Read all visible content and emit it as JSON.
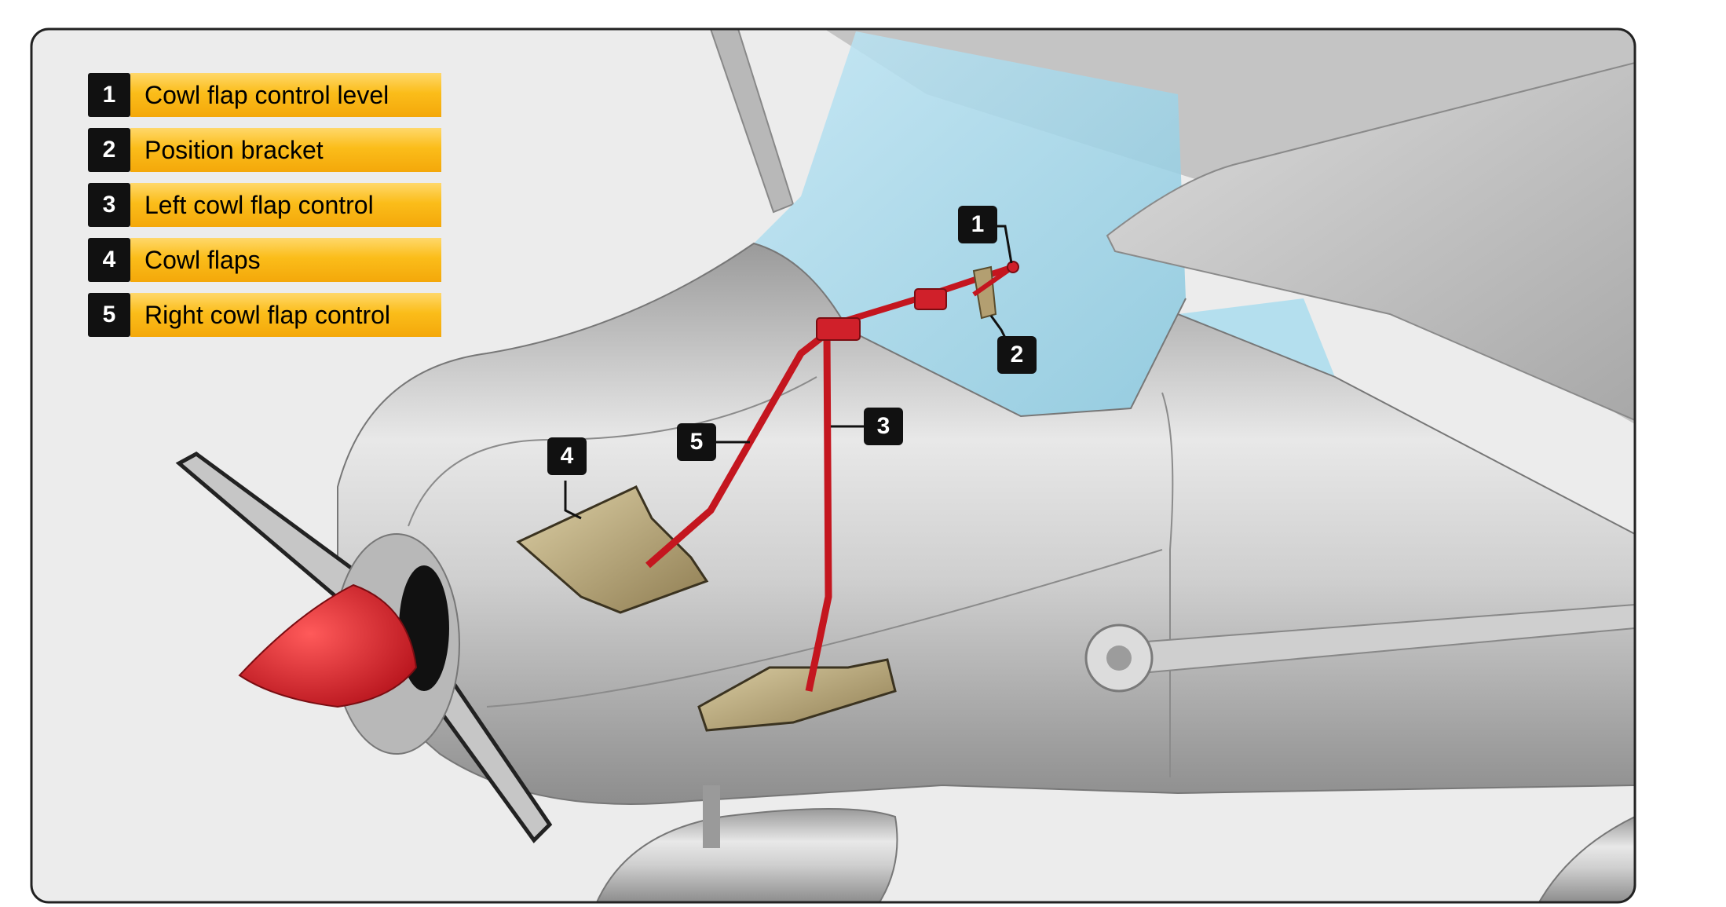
{
  "legend": [
    {
      "number": "1",
      "label": "Cowl flap control level"
    },
    {
      "number": "2",
      "label": "Position bracket"
    },
    {
      "number": "3",
      "label": "Left cowl flap control"
    },
    {
      "number": "4",
      "label": "Cowl flaps"
    },
    {
      "number": "5",
      "label": "Right cowl flap control"
    }
  ],
  "colors": {
    "legend_bar": "#fbbd1a",
    "control_rod": "#d0202a",
    "spinner": "#e3202a",
    "canopy": "#a6dcef",
    "fuselage": "#c9c9c9",
    "cowl_flap": "#b8a577"
  }
}
